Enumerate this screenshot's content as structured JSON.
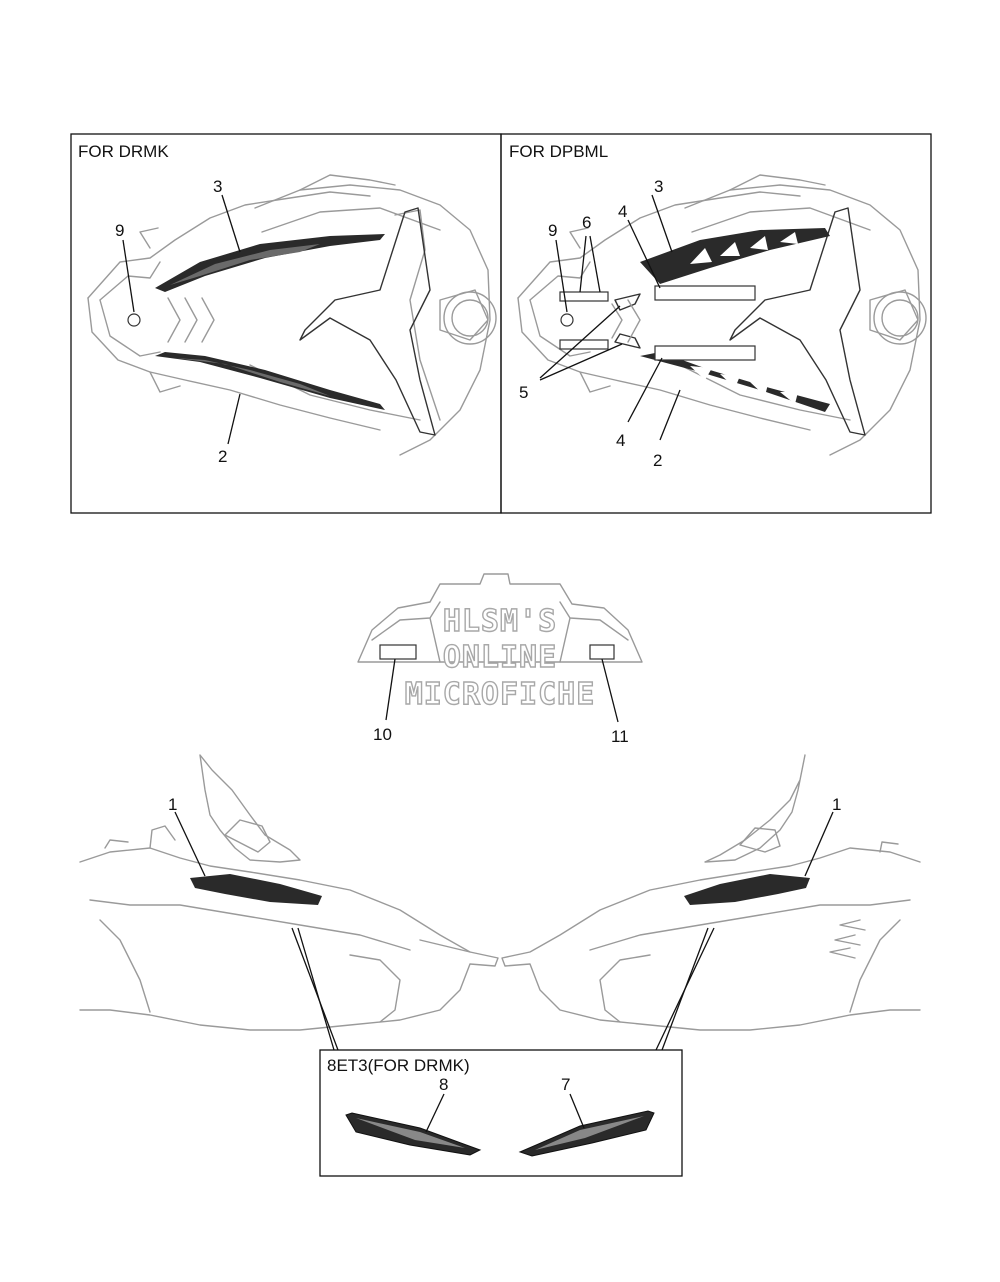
{
  "panels": {
    "top_left": {
      "label": "FOR DRMK"
    },
    "top_right": {
      "label": "FOR DPBML"
    },
    "bottom_inset": {
      "label": "8ET3(FOR DRMK)"
    }
  },
  "callouts": {
    "tl_3": "3",
    "tl_9": "9",
    "tl_2": "2",
    "tr_3": "3",
    "tr_9": "9",
    "tr_6": "6",
    "tr_4a": "4",
    "tr_5": "5",
    "tr_4b": "4",
    "tr_2": "2",
    "rear_10": "10",
    "rear_11": "11",
    "side_left_1": "1",
    "side_right_1": "1",
    "inset_8": "8",
    "inset_7": "7"
  },
  "watermark": {
    "line1": "HLSM'S",
    "line2": "ONLINE",
    "line3": "MICROFICHE"
  },
  "colors": {
    "line": "#111111",
    "outline": "#9a9a9a",
    "decal": "#2a2a2a"
  }
}
